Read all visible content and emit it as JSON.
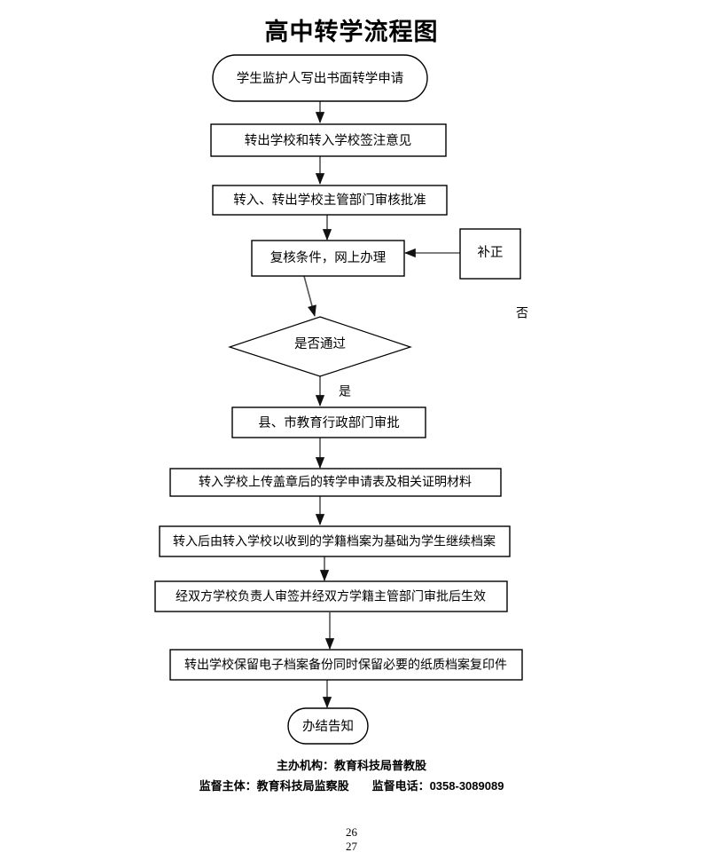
{
  "title": "高中转学流程图",
  "flow": {
    "nodes": [
      {
        "id": "start",
        "shape": "rounded",
        "label": "学生监护人写出书面转学申请"
      },
      {
        "id": "sign",
        "shape": "rect",
        "label": "转出学校和转入学校签注意见"
      },
      {
        "id": "approve",
        "shape": "rect",
        "label": "转入、转出学校主管部门审核批准"
      },
      {
        "id": "review",
        "shape": "rect",
        "label": "复核条件，网上办理"
      },
      {
        "id": "correction",
        "shape": "rect",
        "label": "补正"
      },
      {
        "id": "decision",
        "shape": "diamond",
        "label": "是否通过"
      },
      {
        "id": "bureau",
        "shape": "rect",
        "label": "县、市教育行政部门审批"
      },
      {
        "id": "upload",
        "shape": "rect",
        "label": "转入学校上传盖章后的转学申请表及相关证明材料"
      },
      {
        "id": "archive",
        "shape": "rect",
        "label": "转入后由转入学校以收到的学籍档案为基础为学生继续档案"
      },
      {
        "id": "effective",
        "shape": "rect",
        "label": "经双方学校负责人审签并经双方学籍主管部门审批后生效"
      },
      {
        "id": "backup",
        "shape": "rect",
        "label": "转出学校保留电子档案备份同时保留必要的纸质档案复印件"
      },
      {
        "id": "end",
        "shape": "rounded",
        "label": "办结告知"
      }
    ],
    "branch_labels": {
      "no": "否",
      "yes": "是"
    }
  },
  "footer": {
    "line1": "主办机构：教育科技局普教股",
    "line2_part1": "监督主体：教育科技局监察股",
    "line2_part2": "监督电话：0358-3089089"
  },
  "page_numbers": {
    "first": "26",
    "second": "27"
  },
  "colors": {
    "outline": "#000000",
    "connector": "#555555",
    "background": "#ffffff",
    "text": "#000000"
  }
}
